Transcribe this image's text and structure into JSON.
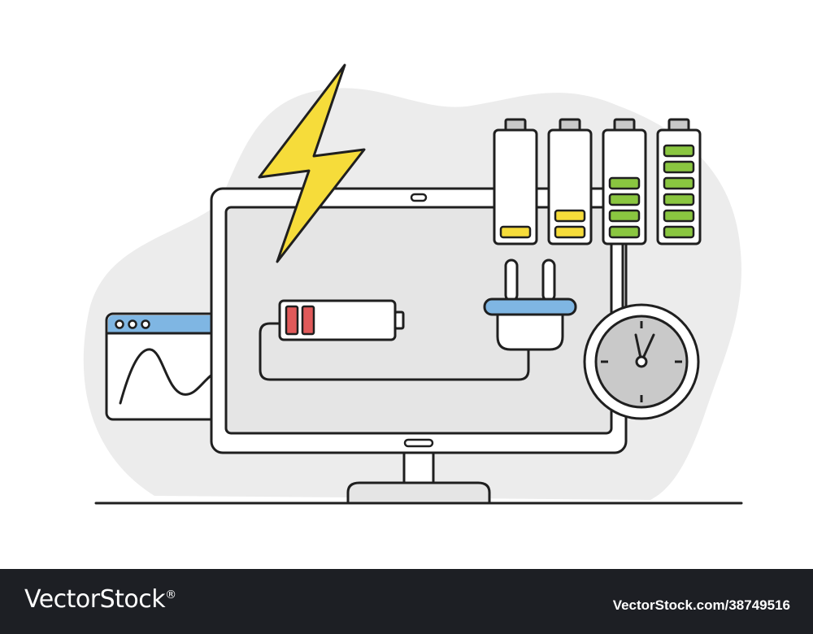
{
  "colors": {
    "outline": "#1f1f1f",
    "background_blob": "#ececec",
    "screen_fill": "#e5e5e5",
    "lightning": "#f6dc3a",
    "battery_low_red": "#e15a5a",
    "battery_level_yellow": "#f6dc3a",
    "battery_level_green": "#8ac640",
    "plug_blue": "#7fb6e3",
    "window_titlebar_blue": "#7fb6e3",
    "clock_face": "#c9c9c9",
    "footer_bg": "#1d1f24"
  },
  "battery_levels": [
    {
      "name": "battery-level-1",
      "color": "yellow",
      "filled_segments": 1,
      "total_segments": 6
    },
    {
      "name": "battery-level-2",
      "color": "yellow",
      "filled_segments": 2,
      "total_segments": 6
    },
    {
      "name": "battery-level-3",
      "color": "green",
      "filled_segments": 4,
      "total_segments": 6
    },
    {
      "name": "battery-level-4",
      "color": "green",
      "filled_segments": 6,
      "total_segments": 6
    }
  ],
  "screen_battery": {
    "color": "red",
    "filled_segments": 2,
    "total_segments": 6
  },
  "icons": [
    "lightning-bolt-icon",
    "battery-icon",
    "plug-icon",
    "clock-icon",
    "browser-window-icon",
    "monitor-icon"
  ],
  "footer": {
    "logo_text": "VectorStock",
    "logo_mark": "®",
    "image_id": "VectorStock.com/38749516"
  }
}
